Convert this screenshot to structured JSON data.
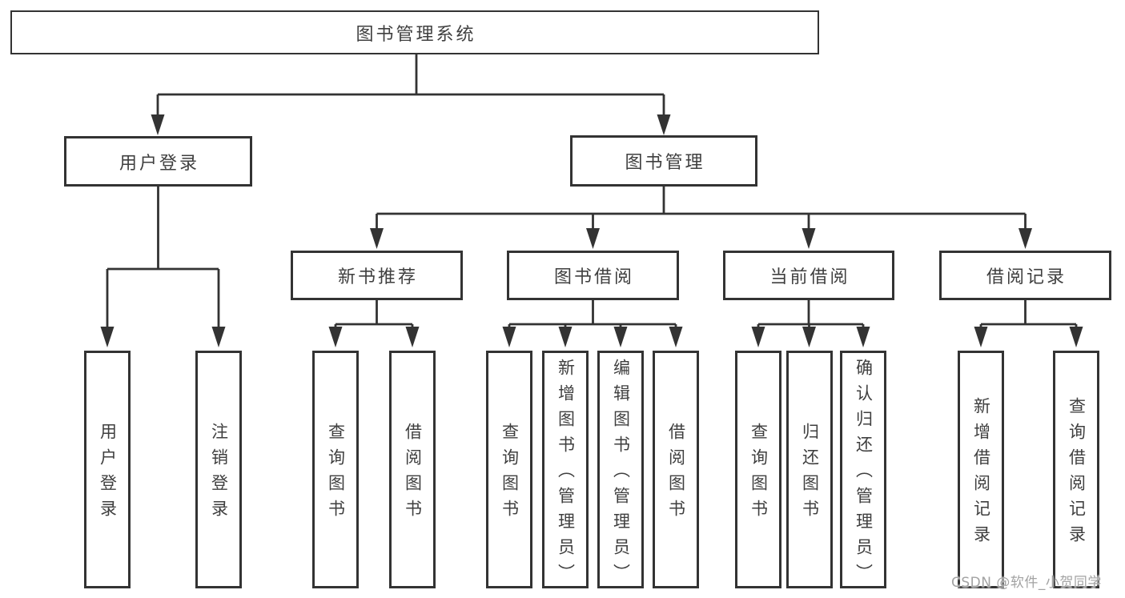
{
  "nodes": {
    "root": "图书管理系统",
    "login": "用户登录",
    "mgmt": "图书管理",
    "rec": "新书推荐",
    "borrow": "图书借阅",
    "current": "当前借阅",
    "records": "借阅记录",
    "login_children": [
      "用户登录",
      "注销登录"
    ],
    "rec_children": [
      "查询图书",
      "借阅图书"
    ],
    "borrow_children": [
      "查询图书",
      "新增图书（管理员）",
      "编辑图书（管理员）",
      "借阅图书"
    ],
    "current_children": [
      "查询图书",
      "归还图书",
      "确认归还（管理员）"
    ],
    "records_children": [
      "新增借阅记录",
      "查询借阅记录"
    ]
  },
  "watermark": "CSDN @软件_小贺同学",
  "colors": {
    "line": "#333333",
    "text": "#3f3f3f",
    "watermark": "#a3a3a3",
    "background": "#ffffff"
  }
}
